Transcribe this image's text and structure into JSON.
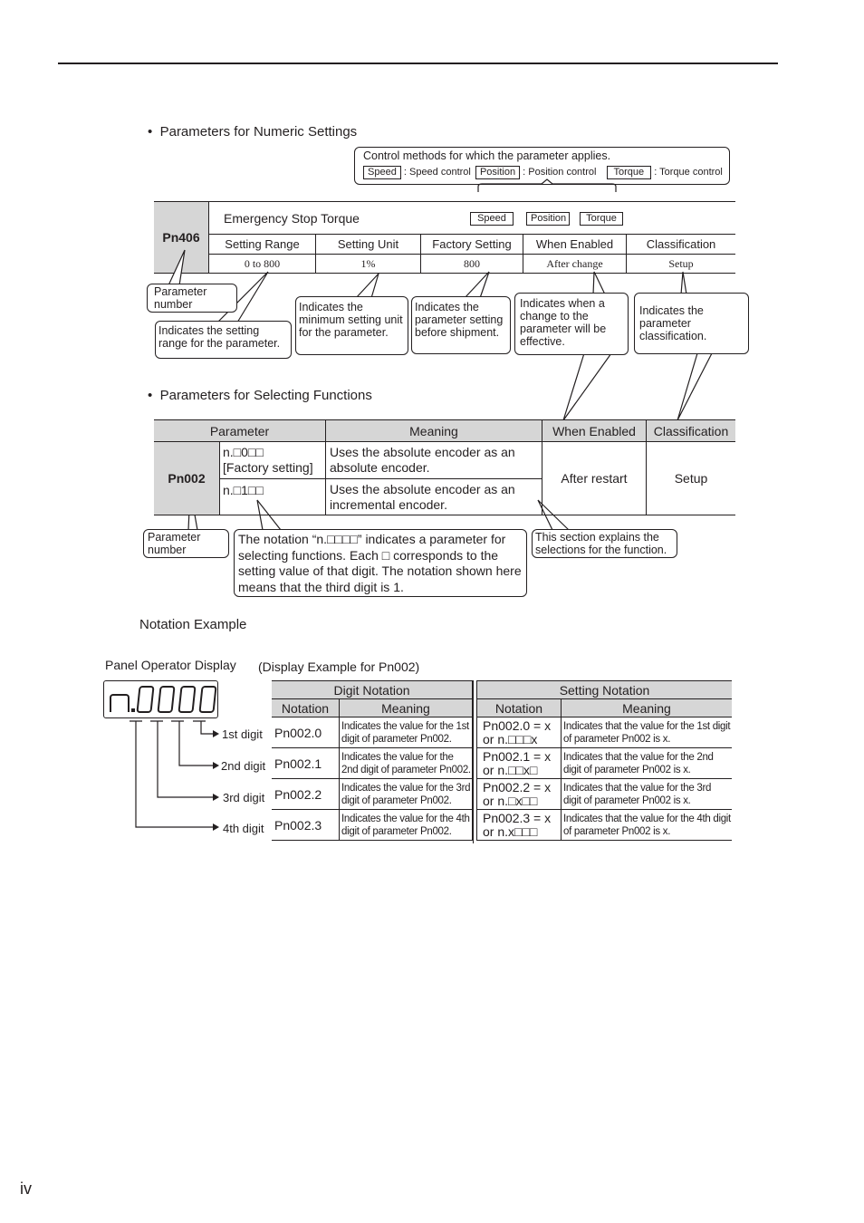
{
  "section1": {
    "heading": "Parameters for Numeric Settings",
    "control_box": {
      "title": "Control methods for which the parameter applies.",
      "speed_tag": "Speed",
      "speed_desc": ": Speed control",
      "position_tag": "Position",
      "position_desc": ": Position control",
      "torque_tag": "Torque",
      "torque_desc": ": Torque control"
    },
    "param": {
      "number": "Pn406",
      "name": "Emergency Stop Torque",
      "tags": [
        "Speed",
        "Position",
        "Torque"
      ],
      "headers": [
        "Setting Range",
        "Setting Unit",
        "Factory Setting",
        "When Enabled",
        "Classification"
      ],
      "values": [
        "0 to 800",
        "1%",
        "800",
        "After change",
        "Setup"
      ]
    },
    "callouts": {
      "param_number": "Parameter number",
      "setting_range": "Indicates the setting range for the parameter.",
      "setting_unit": "Indicates the minimum setting unit for the parameter.",
      "factory_setting": "Indicates the parameter setting before shipment.",
      "when_enabled": "Indicates when a change to the parameter will be effective.",
      "classification": "Indicates the parameter classification."
    }
  },
  "section2": {
    "heading": "Parameters for Selecting Functions",
    "headers": [
      "Parameter",
      "Meaning",
      "When Enabled",
      "Classification"
    ],
    "param_number": "Pn002",
    "rows": [
      {
        "notation": "n.□0□□",
        "note": "[Factory setting]",
        "meaning": "Uses the absolute encoder as an absolute encoder."
      },
      {
        "notation": "n.□1□□",
        "note": "",
        "meaning": "Uses the absolute encoder as an incremental encoder."
      }
    ],
    "when_enabled": "After restart",
    "classification": "Setup",
    "callouts": {
      "param_number": "Parameter number",
      "notation": "The notation “n.□□□□” indicates a parameter for selecting functions. Each □ corresponds to the setting value of that digit. The notation shown here means that the third digit is 1.",
      "section": "This section explains the selections for the function."
    }
  },
  "section3": {
    "heading": "Notation Example",
    "panel_label": "Panel Operator Display",
    "display_example": "(Display Example for Pn002)",
    "panel_chars": [
      "n.",
      "0",
      "0",
      "0",
      "0"
    ],
    "digit_labels": [
      "1st digit",
      "2nd digit",
      "3rd digit",
      "4th digit"
    ],
    "group_headers": [
      "Digit Notation",
      "Setting Notation"
    ],
    "col_headers": [
      "Notation",
      "Meaning",
      "Notation",
      "Meaning"
    ],
    "rows": [
      {
        "notation": "Pn002.0",
        "meaning": "Indicates the value for the 1st digit of parameter Pn002.",
        "set_line1": "Pn002.0 = x",
        "set_line2": "or n.□□□x",
        "set_meaning": "Indicates that the value for the 1st digit of parameter Pn002 is x."
      },
      {
        "notation": "Pn002.1",
        "meaning": "Indicates the value for the 2nd digit of parameter Pn002.",
        "set_line1": "Pn002.1 = x",
        "set_line2": "or n.□□x□",
        "set_meaning": "Indicates that the value for the 2nd digit of parameter Pn002 is x."
      },
      {
        "notation": "Pn002.2",
        "meaning": "Indicates the value for the 3rd digit of parameter Pn002.",
        "set_line1": "Pn002.2 = x",
        "set_line2": "or n.□x□□",
        "set_meaning": "Indicates that the value for the 3rd digit of parameter Pn002 is x."
      },
      {
        "notation": "Pn002.3",
        "meaning": "Indicates the value for the 4th digit of parameter Pn002.",
        "set_line1": "Pn002.3 = x",
        "set_line2": "or n.x□□□",
        "set_meaning": "Indicates that the value for the 4th digit of parameter Pn002 is x."
      }
    ]
  },
  "page_number": "iv"
}
